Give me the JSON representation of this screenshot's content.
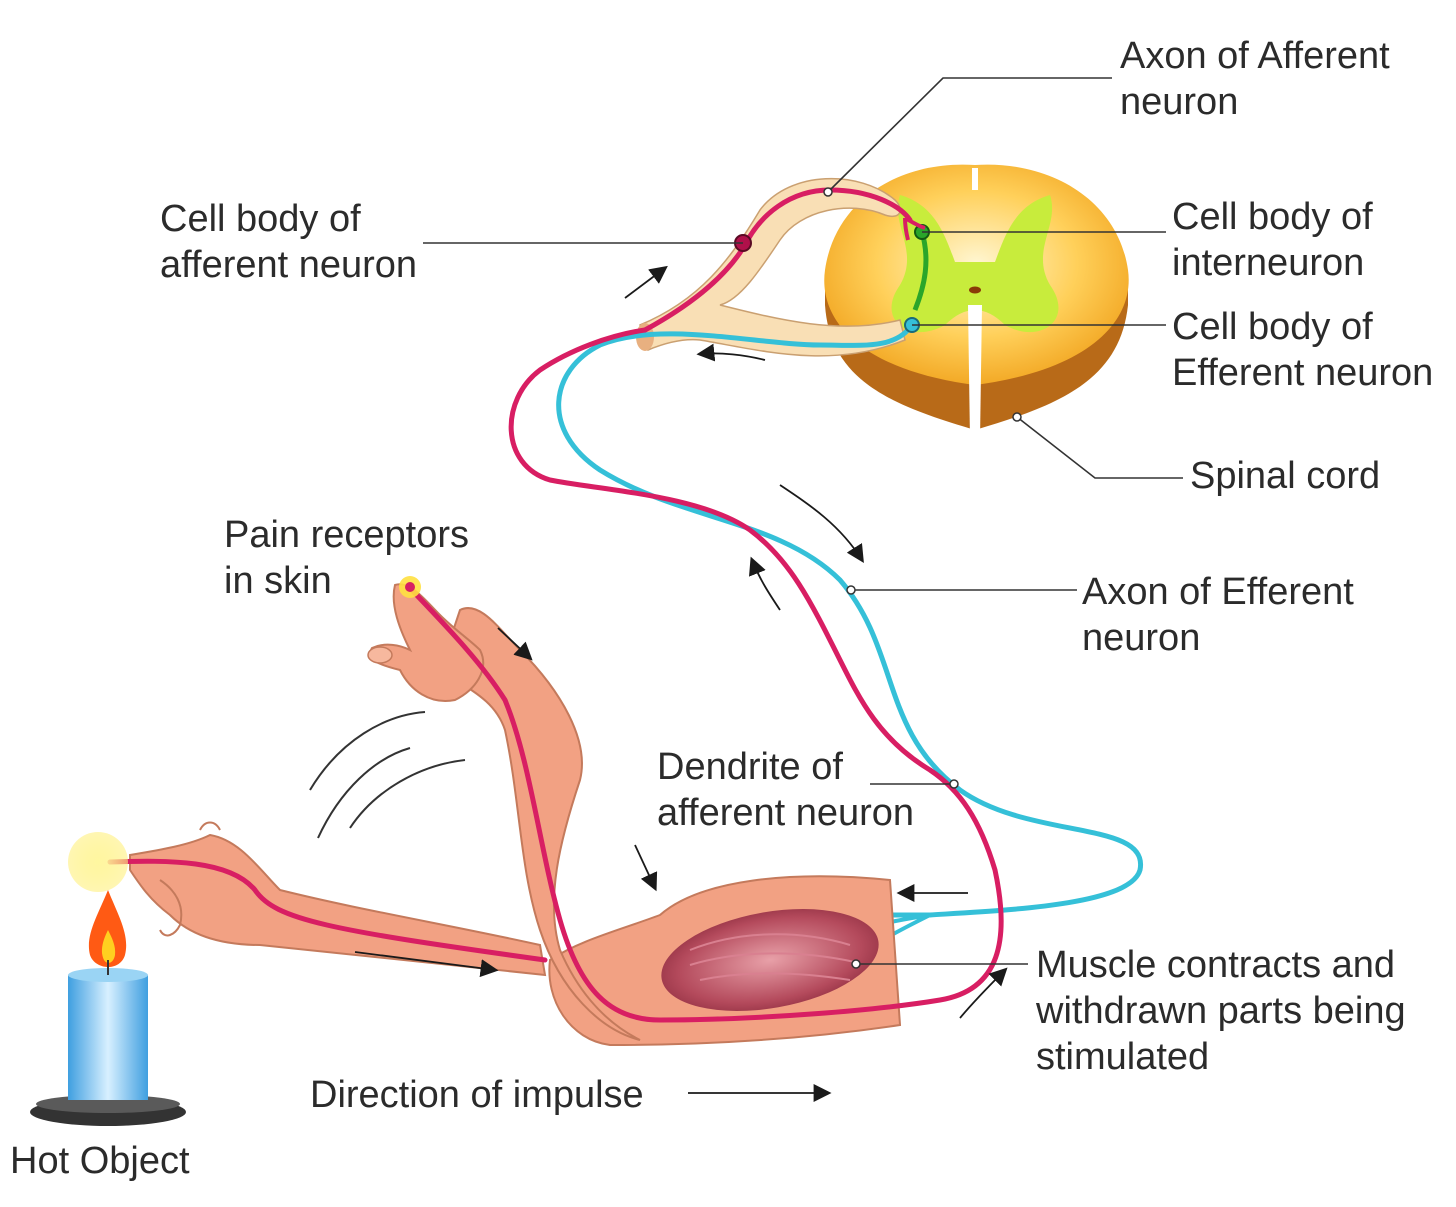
{
  "labels": {
    "axon_afferent": [
      "Axon of Afferent",
      "neuron"
    ],
    "cell_body_afferent": [
      "Cell body of",
      "afferent neuron"
    ],
    "cell_body_interneuron": [
      "Cell body of",
      "interneuron"
    ],
    "cell_body_efferent": [
      "Cell body of",
      "Efferent neuron"
    ],
    "spinal_cord": "Spinal cord",
    "pain_receptors": [
      "Pain receptors",
      "in skin"
    ],
    "axon_efferent": [
      "Axon of Efferent",
      "neuron"
    ],
    "dendrite_afferent": [
      "Dendrite of",
      "afferent neuron"
    ],
    "muscle": [
      "Muscle contracts and",
      "withdrawn parts being",
      "stimulated"
    ],
    "direction": "Direction of impulse",
    "hot_object": "Hot Object"
  },
  "colors": {
    "afferent": "#d81e63",
    "efferent": "#35c0d8",
    "interneuron": "#2aa52a",
    "skin": "#f2a183",
    "skin_shadow": "#d67e62",
    "gray_matter": "#c8ec3c",
    "white_matter": "#f6a81c",
    "root": "#f9dfb5",
    "muscle": "#b04a5c",
    "candle": "#5fb8ee",
    "flame": "#ff5a14"
  }
}
